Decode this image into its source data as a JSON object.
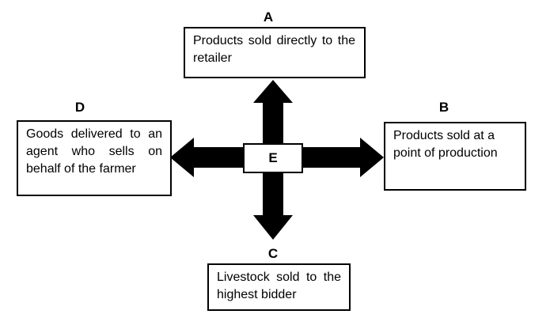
{
  "nodes": {
    "a": {
      "letter": "A",
      "text": "Products sold directly to the retailer"
    },
    "b": {
      "letter": "B",
      "text": "Products sold at a point of production"
    },
    "c": {
      "letter": "C",
      "text": "Livestock sold to the highest bidder"
    },
    "d": {
      "letter": "D",
      "text": "Goods delivered to an agent who sells on behalf of the farmer"
    },
    "e": {
      "letter": "E"
    }
  },
  "colors": {
    "line": "#000000",
    "background": "#ffffff"
  }
}
